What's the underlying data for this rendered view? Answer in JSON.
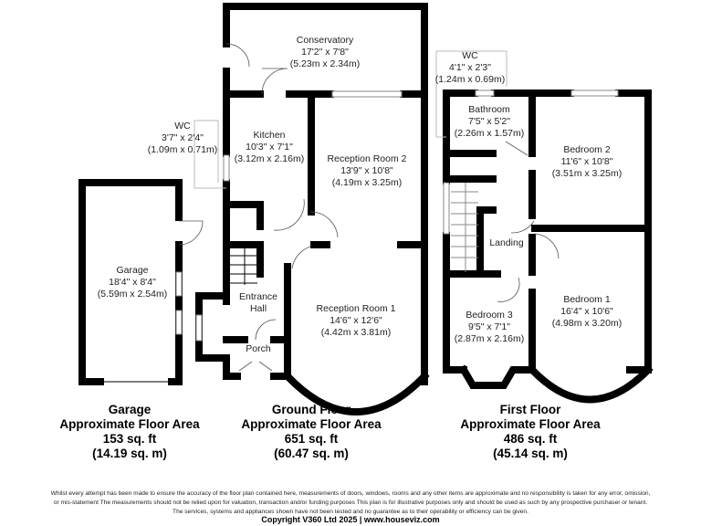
{
  "rooms": {
    "conservatory": {
      "name": "Conservatory",
      "imperial": "17'2\" x 7'8\"",
      "metric": "(5.23m x 2.34m)"
    },
    "wc_ground": {
      "name": "WC",
      "imperial": "3'7\" x 2'4\"",
      "metric": "(1.09m x 0.71m)"
    },
    "kitchen": {
      "name": "Kitchen",
      "imperial": "10'3\" x 7'1\"",
      "metric": "(3.12m x 2.16m)"
    },
    "reception2": {
      "name": "Reception Room 2",
      "imperial": "13'9\" x 10'8\"",
      "metric": "(4.19m x 3.25m)"
    },
    "garage": {
      "name": "Garage",
      "imperial": "18'4\" x 8'4\"",
      "metric": "(5.59m x 2.54m)"
    },
    "entrance_hall": {
      "name1": "Entrance",
      "name2": "Hall"
    },
    "reception1": {
      "name": "Reception Room 1",
      "imperial": "14'6\" x 12'6\"",
      "metric": "(4.42m x 3.81m)"
    },
    "porch": {
      "name": "Porch"
    },
    "wc_first": {
      "name": "WC",
      "imperial": "4'1\" x 2'3\"",
      "metric": "(1.24m x 0.69m)"
    },
    "bathroom": {
      "name": "Bathroom",
      "imperial": "7'5\" x 5'2\"",
      "metric": "(2.26m x 1.57m)"
    },
    "bedroom2": {
      "name": "Bedroom 2",
      "imperial": "11'6\" x 10'8\"",
      "metric": "(3.51m x 3.25m)"
    },
    "landing": {
      "name": "Landing"
    },
    "bedroom3": {
      "name": "Bedroom 3",
      "imperial": "9'5\" x 7'1\"",
      "metric": "(2.87m x 2.16m)"
    },
    "bedroom1": {
      "name": "Bedroom 1",
      "imperial": "16'4\" x 10'6\"",
      "metric": "(4.98m x 3.20m)"
    }
  },
  "areas": [
    {
      "floor": "Garage",
      "label": "Approximate Floor Area",
      "sqft": "153 sq. ft",
      "sqm": "(14.19 sq. m)"
    },
    {
      "floor": "Ground Floor",
      "label": "Approximate Floor Area",
      "sqft": "651 sq. ft",
      "sqm": "(60.47 sq. m)"
    },
    {
      "floor": "First Floor",
      "label": "Approximate Floor Area",
      "sqft": "486 sq. ft",
      "sqm": "(45.14 sq. m)"
    }
  ],
  "disclaimer": {
    "line1": "Whilst every attempt has been made to ensure the accuracy of the floor plan contained here, measurements of doors, windows, rooms and any other items are approximate and no responsibility is taken for any error, omission,",
    "line2": "or mis-statement The measurements should not be relied upon for valuation, transaction and/or funding purposes This plan is for illustrative purposes only and should be used as such by any prospective purchaser or tenant.",
    "line3": "The services, systems and appliances shown have not been tested and no guarantee as to their operability or efficiency can be given."
  },
  "copyright": "Copyright V360 Ltd 2025 | www.houseviz.com"
}
